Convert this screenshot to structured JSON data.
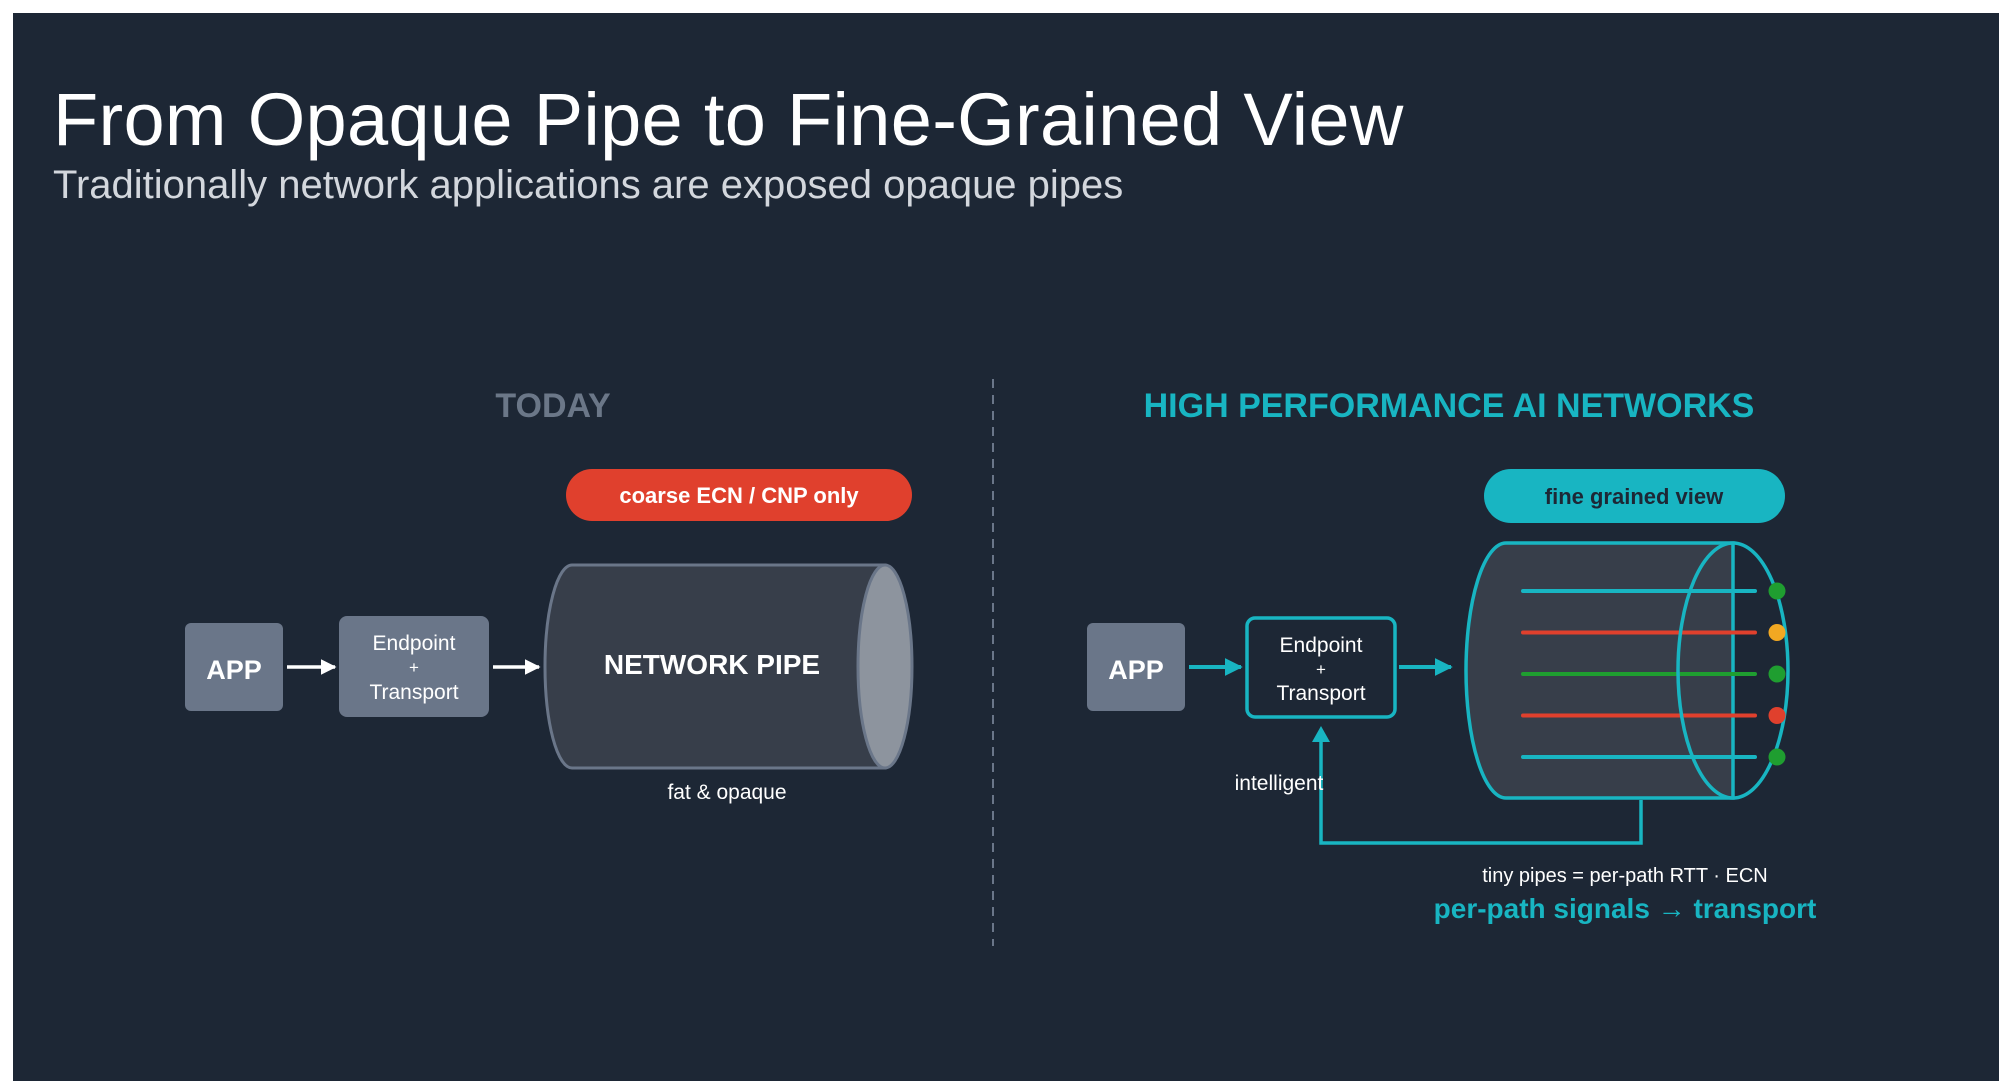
{
  "title": "From Opaque Pipe to Fine-Grained View",
  "subtitle": "Traditionally network applications are exposed opaque pipes",
  "colors": {
    "background": "#1d2735",
    "box": "#6a7689",
    "teal": "#18b5c2",
    "red": "#e0402d",
    "green": "#1f9e30",
    "amber": "#f2a822",
    "pipe_body": "#373e4a",
    "today_heading": "#6b7788"
  },
  "today": {
    "heading": "TODAY",
    "app_label": "APP",
    "endpoint_line1": "Endpoint",
    "endpoint_plus": "+",
    "endpoint_line2": "Transport",
    "badge": "coarse ECN / CNP only",
    "pipe_label": "NETWORK PIPE",
    "pipe_caption": "fat & opaque"
  },
  "hpai": {
    "heading": "HIGH PERFORMANCE AI NETWORKS",
    "app_label": "APP",
    "endpoint_line1": "Endpoint",
    "endpoint_plus": "+",
    "endpoint_line2": "Transport",
    "badge": "fine grained view",
    "feedback_label": "intelligent",
    "caption": "tiny pipes = per-path RTT · ECN",
    "signal_text": "per-path signals → transport",
    "paths": [
      {
        "line_color": "teal",
        "status_color": "green"
      },
      {
        "line_color": "red",
        "status_color": "amber"
      },
      {
        "line_color": "green",
        "status_color": "green"
      },
      {
        "line_color": "red",
        "status_color": "red"
      },
      {
        "line_color": "teal",
        "status_color": "green"
      }
    ]
  }
}
